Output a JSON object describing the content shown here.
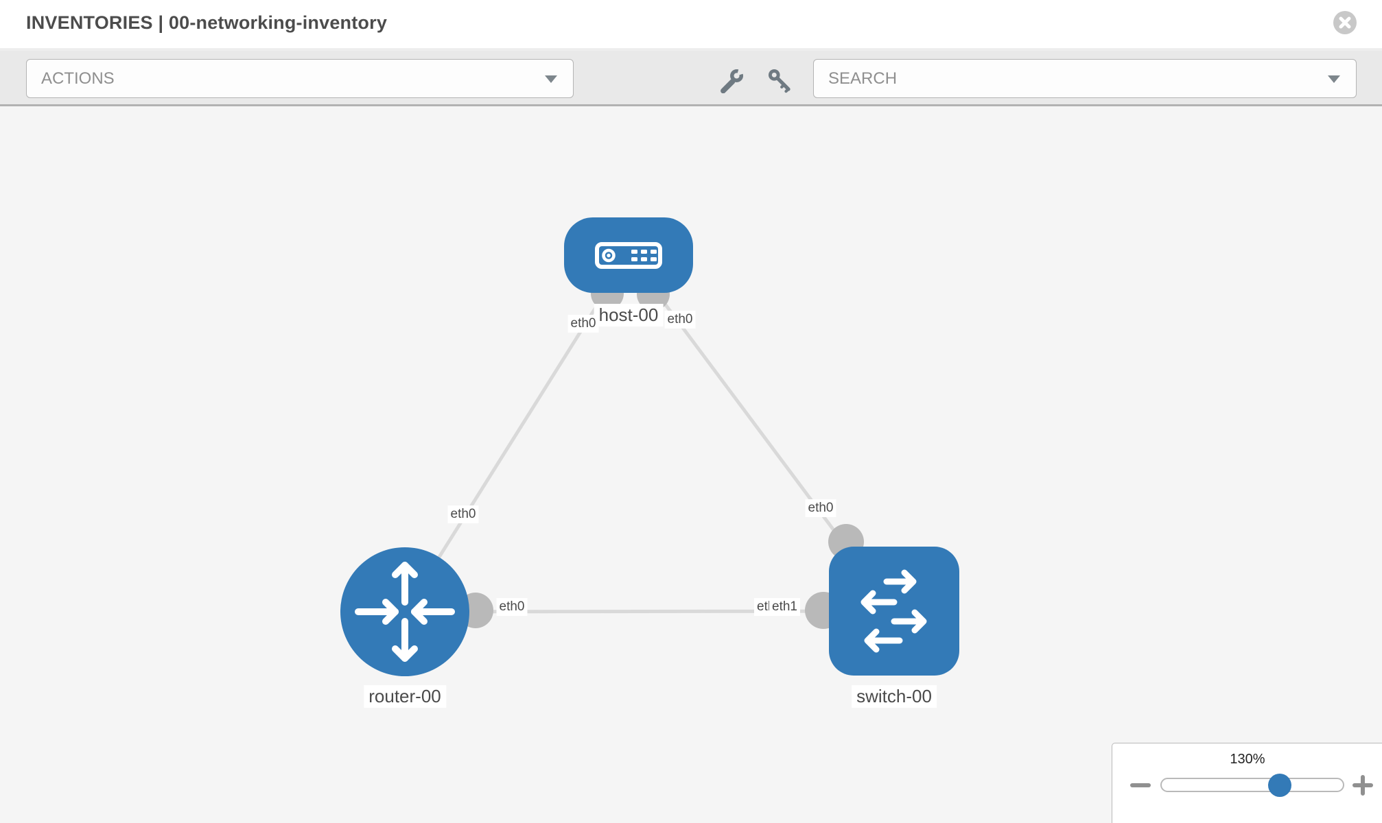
{
  "header": {
    "title": "INVENTORIES | 00-networking-inventory"
  },
  "toolbar": {
    "actions_dropdown": {
      "value": "ACTIONS"
    },
    "search_dropdown": {
      "value": "SEARCH"
    }
  },
  "icons": {
    "close": "close-icon",
    "wrench": "wrench-icon",
    "key": "key-icon",
    "dropdown_caret": "chevron-down-icon",
    "zoom_out": "minus-icon",
    "zoom_in": "plus-icon",
    "host": "host-device-icon",
    "router": "router-icon",
    "switch": "switch-icon"
  },
  "colors": {
    "node_blue": "#337ab7",
    "link_gray": "#d9d9d9",
    "connector_gray": "#b9b9b9",
    "canvas_bg": "#f5f5f5",
    "toolbar_bg": "#e9e9e9",
    "label_text": "#4a4a4a"
  },
  "topology": {
    "nodes": [
      {
        "label": "host-00",
        "type": "host"
      },
      {
        "label": "router-00",
        "type": "router"
      },
      {
        "label": "switch-00",
        "type": "switch"
      }
    ],
    "links": [
      {
        "from": "host-00",
        "to": "router-00",
        "from_iface": "eth0",
        "to_iface": "eth0"
      },
      {
        "from": "host-00",
        "to": "switch-00",
        "from_iface": "eth0",
        "to_iface": "eth0"
      },
      {
        "from": "router-00",
        "to": "switch-00",
        "from_iface": "eth0",
        "to_iface": "eth1",
        "to_iface_under": "eth0"
      }
    ]
  },
  "zoom_control": {
    "level": "130%"
  }
}
